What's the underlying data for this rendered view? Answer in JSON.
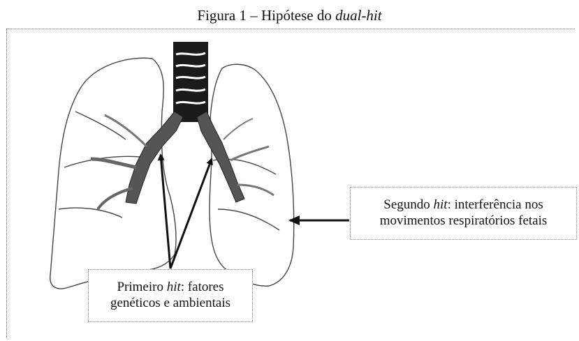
{
  "figure": {
    "caption_prefix": "Figura 1 – Hipótese do ",
    "caption_italic": "dual-hit"
  },
  "callouts": {
    "second": {
      "line1_prefix": "Segundo ",
      "line1_italic": "hit",
      "line1_suffix": ": interferência nos",
      "line2": "movimentos respiratórios fetais"
    },
    "first": {
      "line1_prefix": "Primeiro ",
      "line1_italic": "hit",
      "line1_suffix": ": fatores",
      "line2": "genéticos e ambientais"
    }
  }
}
